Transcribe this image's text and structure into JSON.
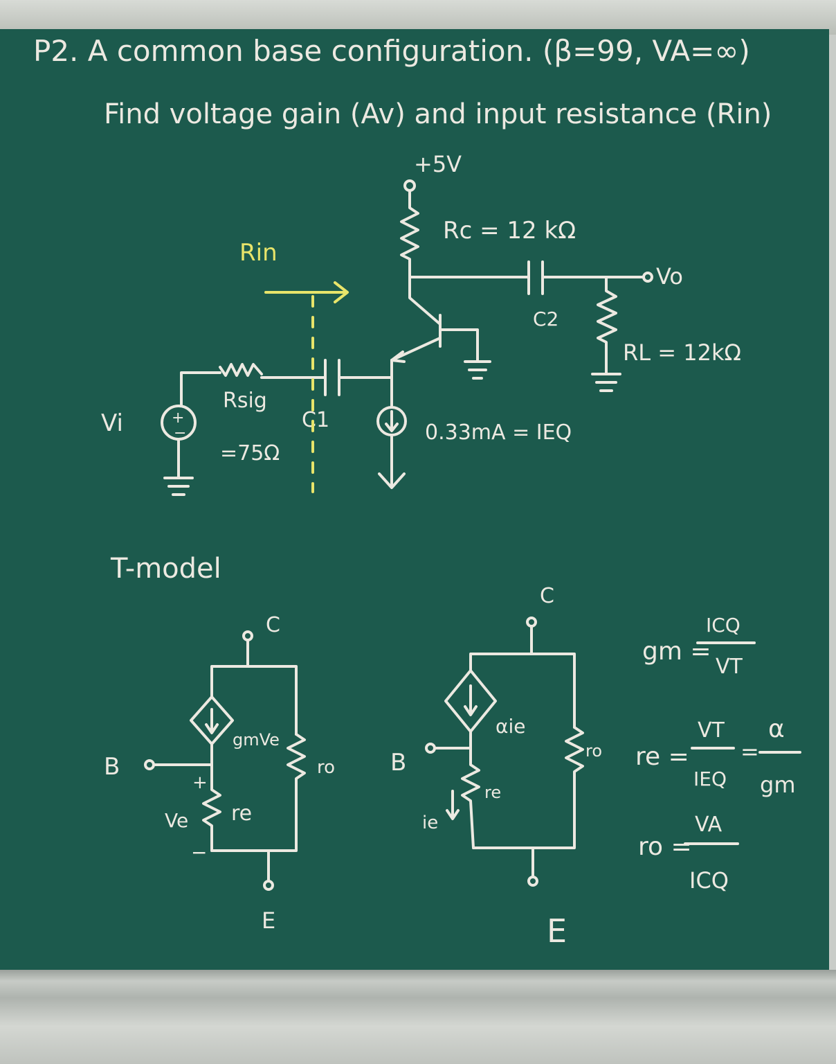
{
  "problem": {
    "line1": "P2. A common base configuration. (β=99, VA=∞)",
    "line2": "Find voltage gain (Av) and input resistance (Rin)"
  },
  "circuit": {
    "supply": "+5V",
    "rc": "Rc = 12 kΩ",
    "rin": "Rin",
    "vo": "Vo",
    "c2": "C2",
    "rl": "RL = 12kΩ",
    "vi": "Vi",
    "rsig_name": "Rsig",
    "rsig_value": "=75Ω",
    "c1": "C1",
    "current": "0.33mA = IEQ"
  },
  "tmodel": {
    "title": "T-model",
    "model1": {
      "c": "C",
      "b": "B",
      "e": "E",
      "gm": "gmVe",
      "ro": "ro",
      "re": "re",
      "ve": "Ve",
      "plus": "+",
      "minus": "−"
    },
    "model2": {
      "c": "C",
      "b": "B",
      "e": "E",
      "alpha": "αie",
      "ro": "ro",
      "re": "re",
      "ie": "ie"
    }
  },
  "formulas": {
    "gm_lhs": "gm =",
    "gm_num": "ICQ",
    "gm_den": "VT",
    "re_lhs": "re =",
    "re_num": "VT",
    "re_den": "IEQ",
    "re_eq": "=",
    "re_num2": "α",
    "re_den2": "gm",
    "ro_lhs": "ro =",
    "ro_num": "VA",
    "ro_den": "ICQ"
  },
  "colors": {
    "board": "#1c5a4d",
    "chalk": "#ece9e1",
    "yellow_chalk": "#e8e46a"
  }
}
